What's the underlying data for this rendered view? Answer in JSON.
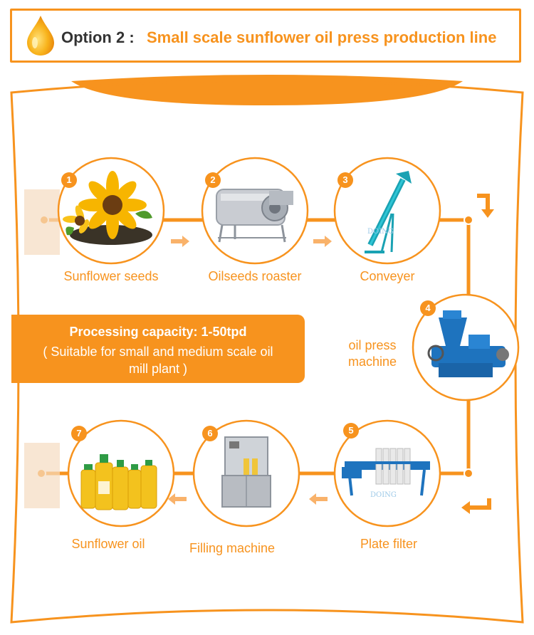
{
  "header": {
    "option_label": "Option 2 :",
    "title": "Small scale sunflower oil press production line"
  },
  "steps": [
    {
      "number": "1",
      "label": "Sunflower seeds"
    },
    {
      "number": "2",
      "label": "Oilseeds roaster"
    },
    {
      "number": "3",
      "label": "Conveyer"
    },
    {
      "number": "4",
      "label": "oil press machine"
    },
    {
      "number": "5",
      "label": "Plate filter"
    },
    {
      "number": "6",
      "label": "Filling machine"
    },
    {
      "number": "7",
      "label": "Sunflower oil"
    }
  ],
  "capacity": {
    "title": "Processing capacity: 1-50tpd",
    "note": "( Suitable for small and medium scale oil mill plant )"
  },
  "watermark": "DOING",
  "colors": {
    "accent": "#f7931e",
    "machine_blue": "#1e73be"
  }
}
